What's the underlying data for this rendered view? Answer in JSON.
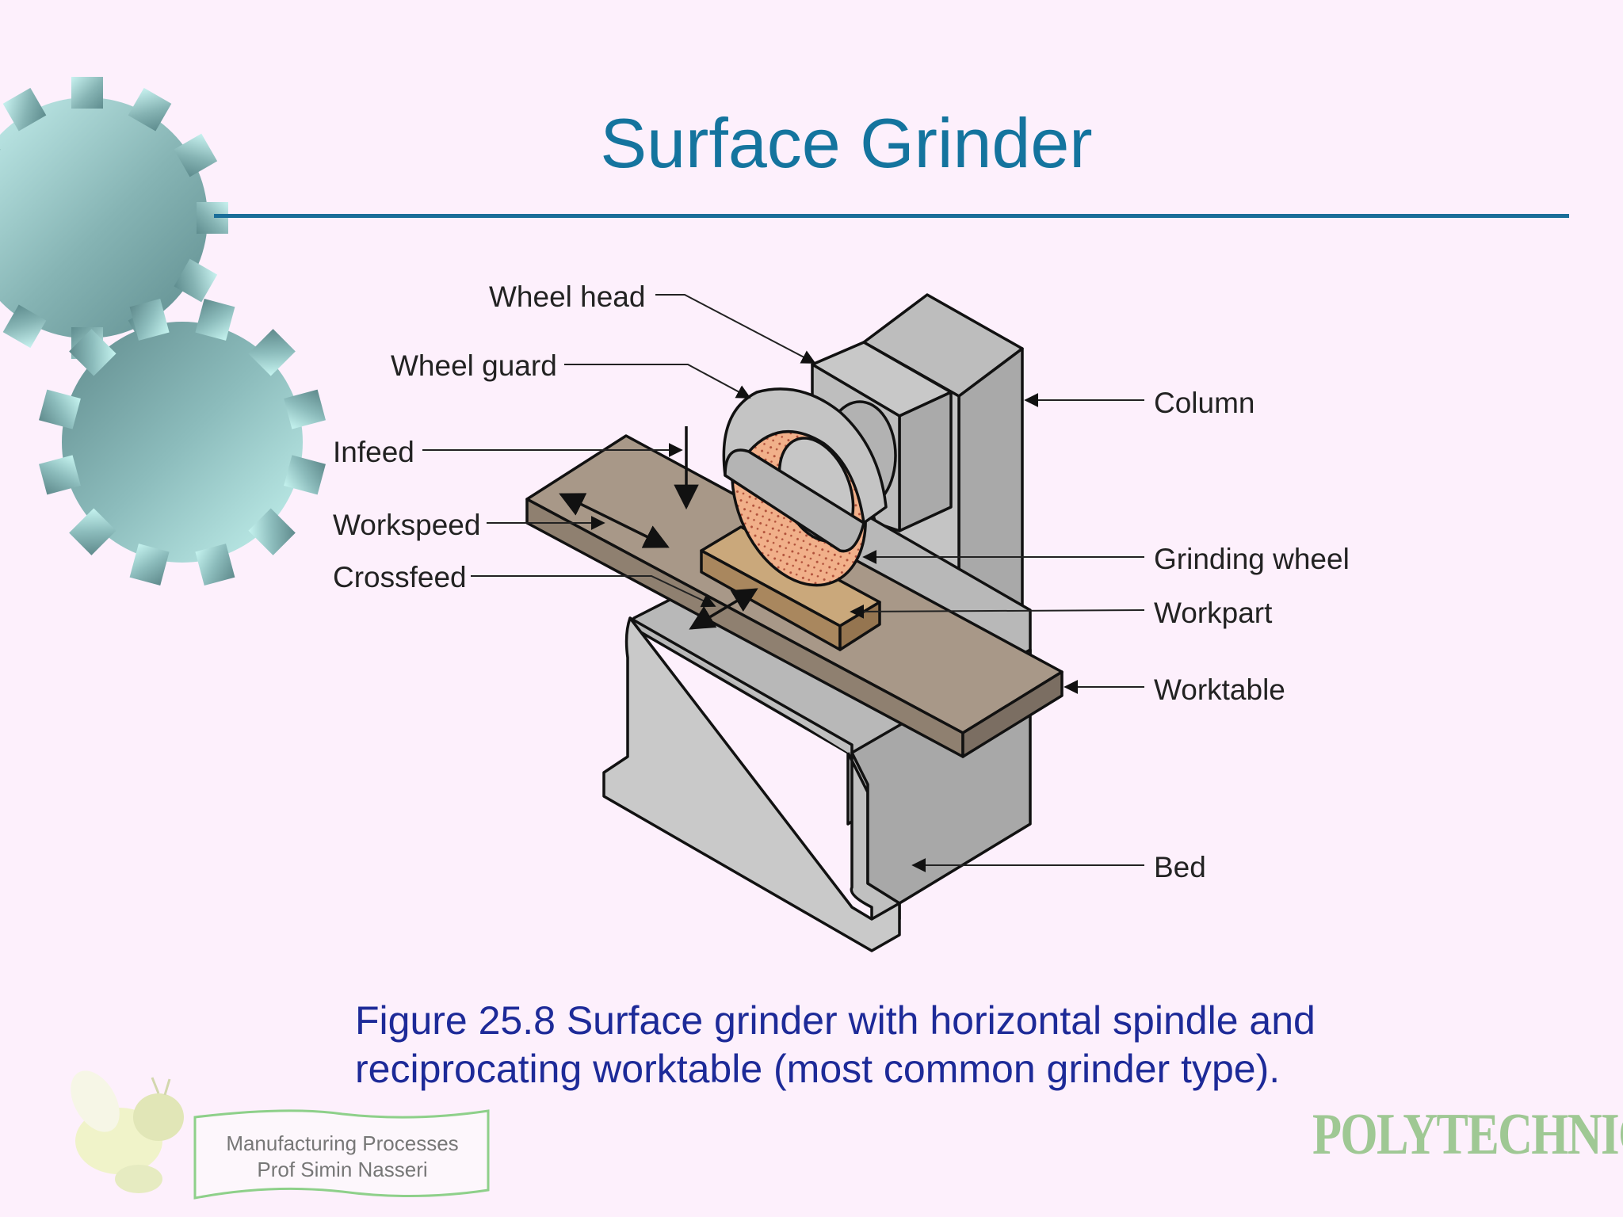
{
  "slide": {
    "title": "Surface Grinder",
    "caption_line1": "Figure 25.8  Surface grinder with horizontal spindle and",
    "caption_line2": "reciprocating worktable (most common grinder type).",
    "accent_color": "#14749e"
  },
  "diagram": {
    "labels": {
      "wheel_head": "Wheel head",
      "wheel_guard": "Wheel guard",
      "infeed": "Infeed",
      "workspeed": "Workspeed",
      "crossfeed": "Crossfeed",
      "column": "Column",
      "grinding_wheel": "Grinding wheel",
      "workpart": "Workpart",
      "worktable": "Worktable",
      "bed": "Bed"
    },
    "colors": {
      "machine": "#bcbcbc",
      "table": "#a89888",
      "workpart": "#c9a679",
      "wheel": "#f1b08a"
    }
  },
  "footer": {
    "line1": "Manufacturing Processes",
    "line2": "Prof Simin Nasseri",
    "logo_text": "POLYTECHNIC",
    "decor": [
      "gear-icon",
      "bee-mascot-icon"
    ]
  }
}
